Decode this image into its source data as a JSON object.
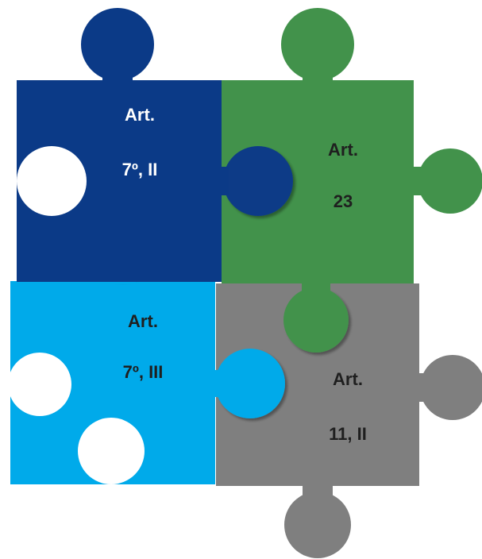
{
  "colors": {
    "dark_blue": "#0b3a87",
    "green": "#42924b",
    "light_blue": "#00aaea",
    "gray": "#7f7f7f",
    "background": "#ffffff",
    "text_light": "#ffffff",
    "text_dark": "#1f1f1f"
  },
  "pieces": [
    {
      "name": "dark-blue-piece",
      "color": "dark_blue",
      "line1": "Art.",
      "line2": "7º, II",
      "text_color": "text_light"
    },
    {
      "name": "green-piece",
      "color": "green",
      "line1": "Art.",
      "line2": "23",
      "text_color": "text_dark"
    },
    {
      "name": "light-blue-piece",
      "color": "light_blue",
      "line1": "Art.",
      "line2": "7º, III",
      "text_color": "text_dark"
    },
    {
      "name": "gray-piece",
      "color": "gray",
      "line1": "Art.",
      "line2": "11, II",
      "text_color": "text_dark"
    }
  ]
}
